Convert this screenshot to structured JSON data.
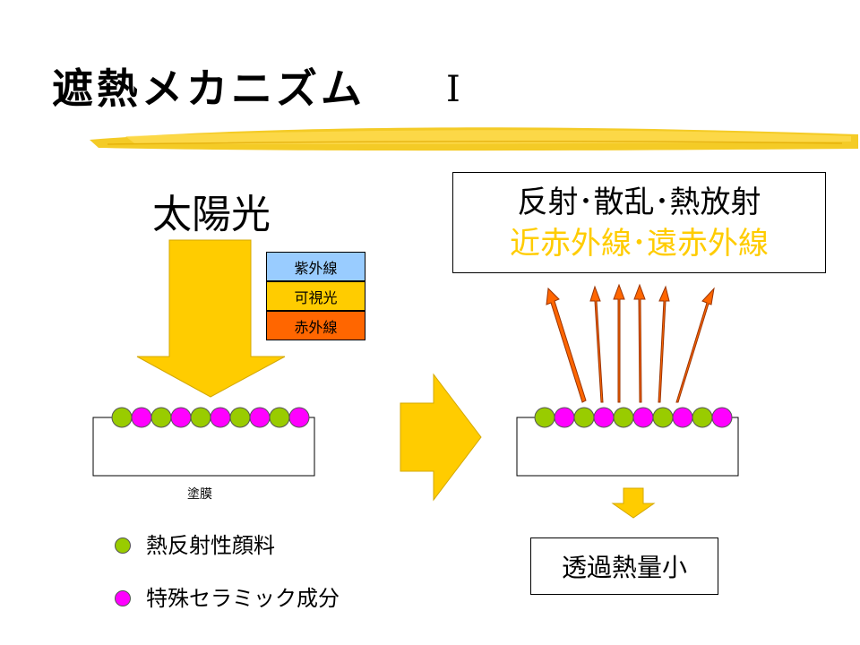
{
  "title": {
    "main": "遮熱メカニズム",
    "numeral": "Ⅰ"
  },
  "input": {
    "sunlight_label": "太陽光"
  },
  "spectrum": [
    {
      "label": "紫外線",
      "color": "#99ccff"
    },
    {
      "label": "可視光",
      "color": "#ffcc00"
    },
    {
      "label": "赤外線",
      "color": "#ff6600"
    }
  ],
  "film": {
    "caption": "塗膜"
  },
  "legend": [
    {
      "label": "熱反射性顔料",
      "color": "#99cc00"
    },
    {
      "label": "特殊セラミック成分",
      "color": "#ff00ff"
    }
  ],
  "result": {
    "line1": "反射･散乱･熱放射",
    "line2": "近赤外線･遠赤外線",
    "line2_color": "#ffcc00"
  },
  "outcome": {
    "label": "透過熱量小"
  },
  "colors": {
    "arrow_fill": "#ffcc00",
    "ray_fill": "#ff6600",
    "brush_stroke": "#f2c200"
  }
}
